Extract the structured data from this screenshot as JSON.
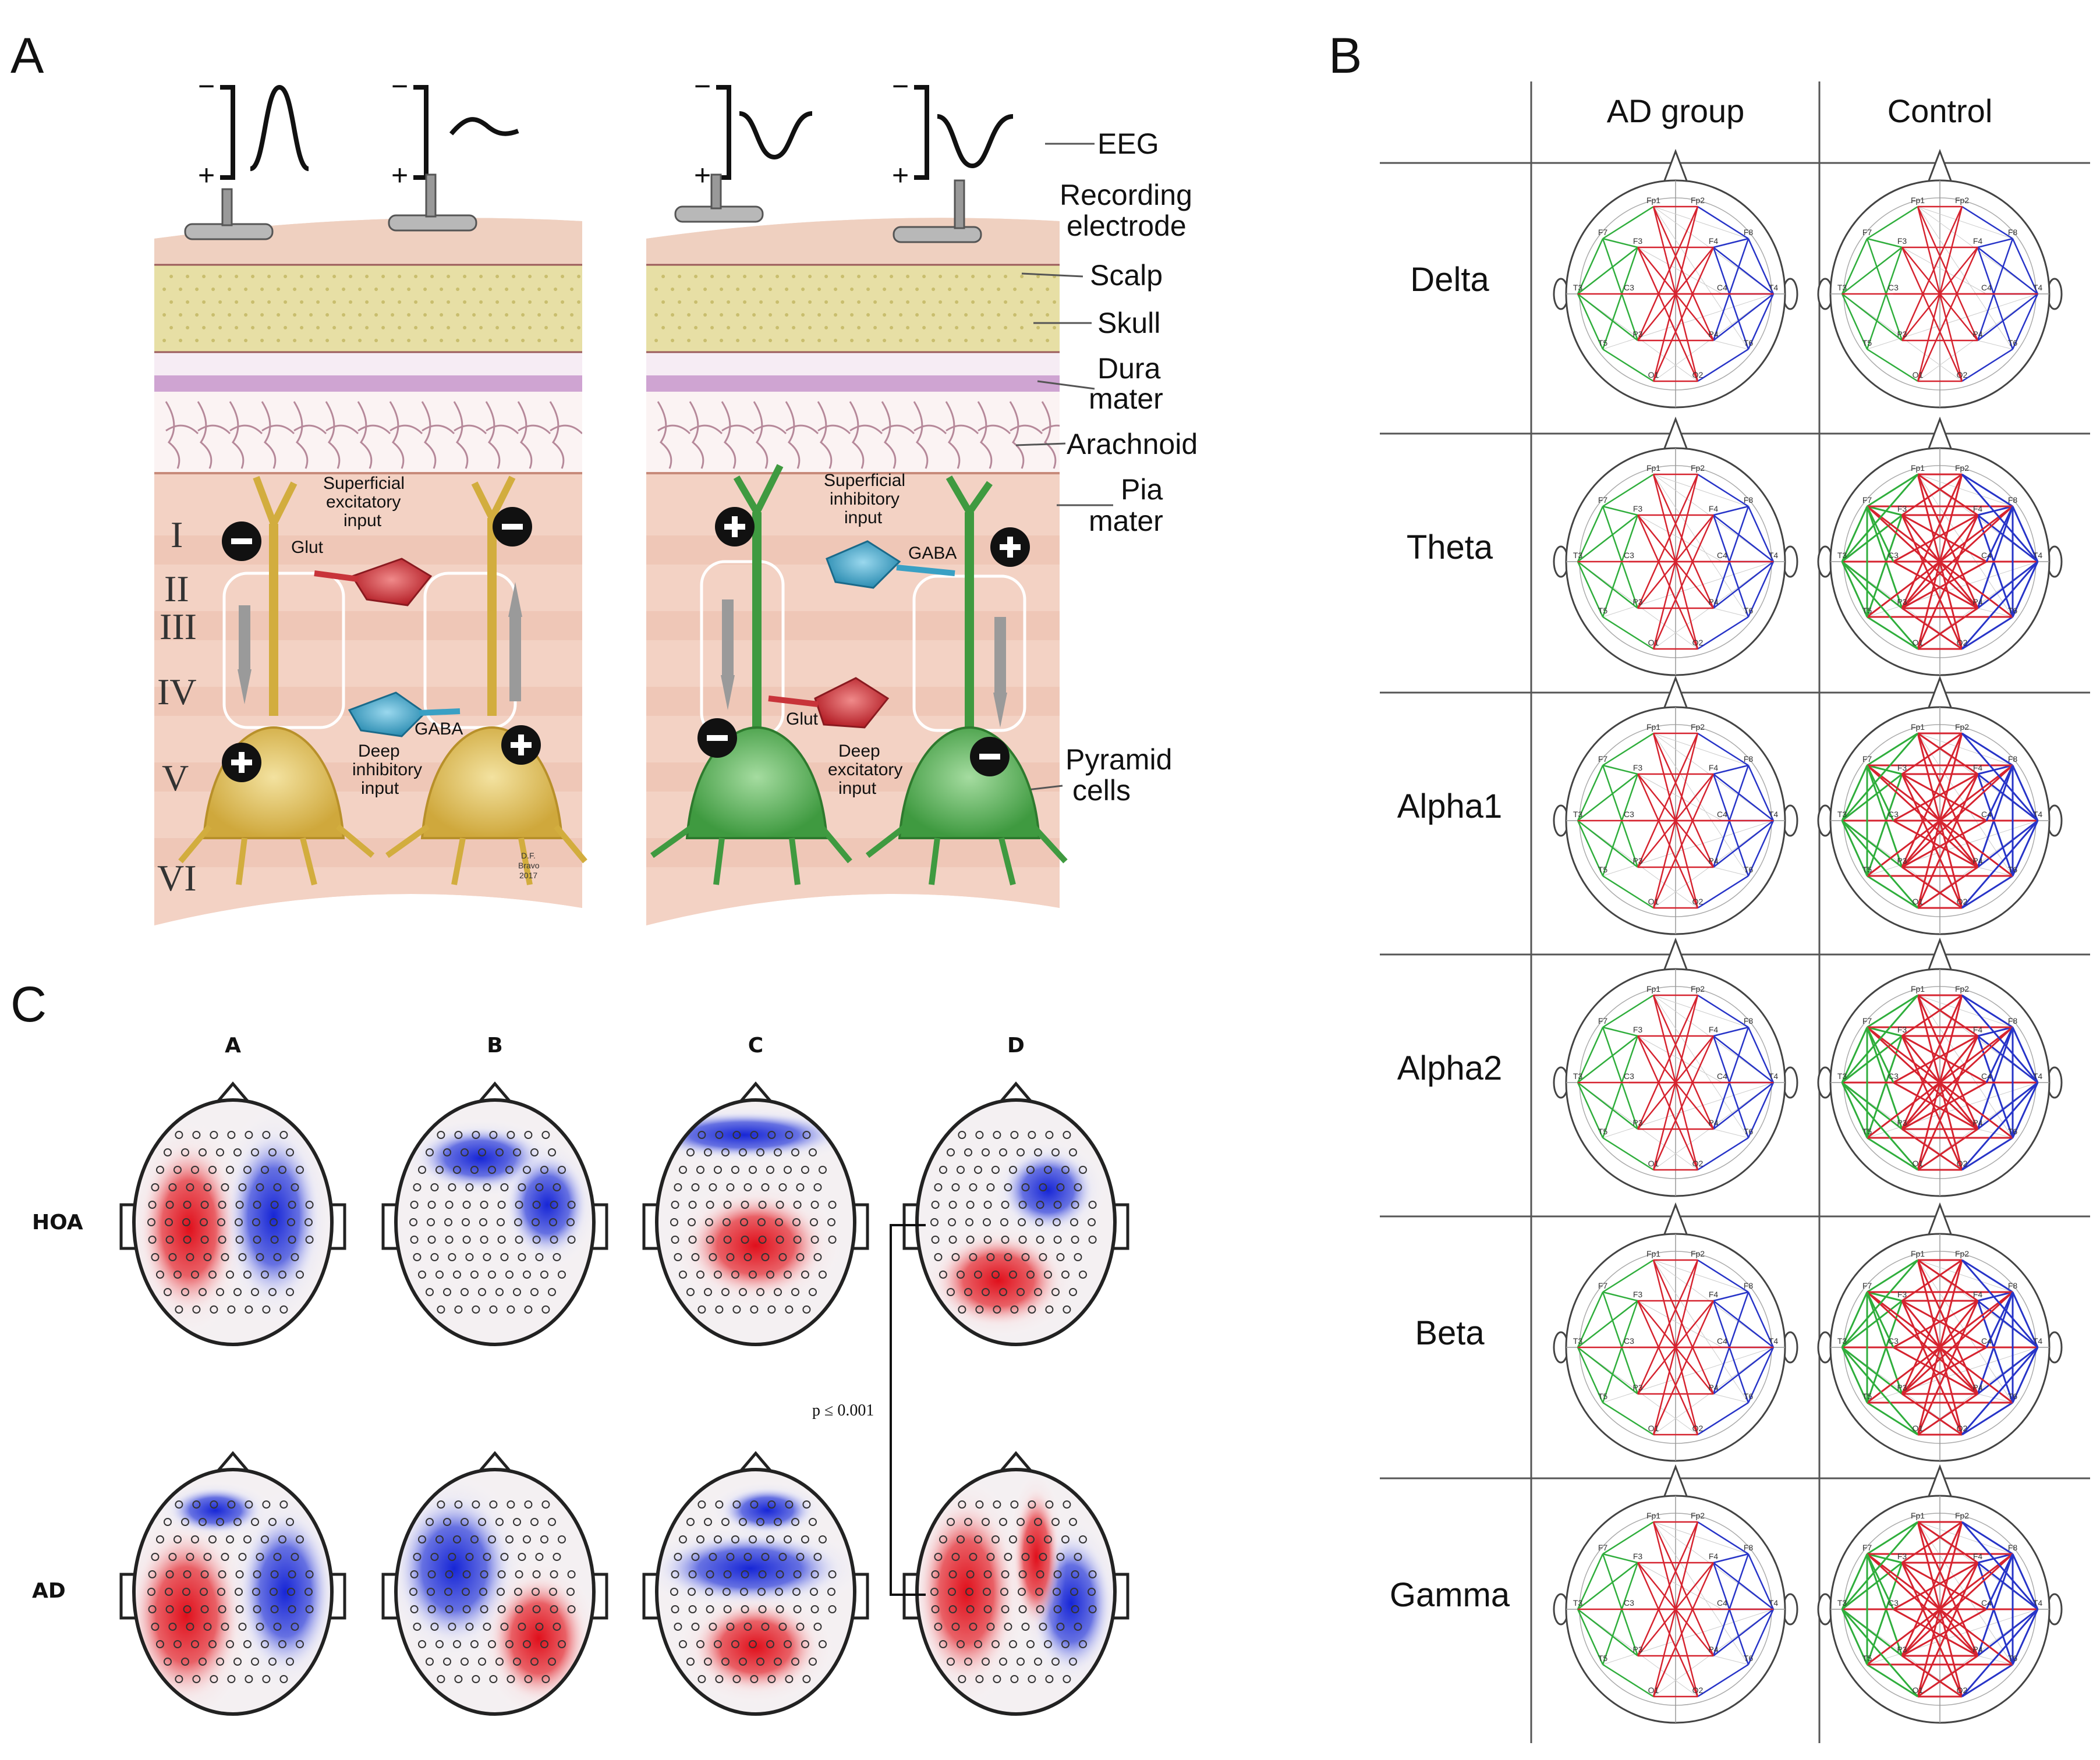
{
  "panel_a": {
    "letter": "A",
    "eeg_label": "EEG",
    "tissue_labels": [
      "Recording",
      "electrode",
      "Scalp",
      "Skull",
      "Dura",
      "mater",
      "Arachnoid",
      "Pia",
      "mater",
      "Pyramid",
      "cells"
    ],
    "layers": [
      "I",
      "II",
      "III",
      "IV",
      "V",
      "VI"
    ],
    "left": {
      "top_input": [
        "Superficial",
        "excitatory",
        "input"
      ],
      "top_nt": "Glut",
      "bottom_input": [
        "Deep",
        "inhibitory",
        "input"
      ],
      "bottom_nt": "GABA"
    },
    "right": {
      "top_input": [
        "Superficial",
        "inhibitory",
        "input"
      ],
      "top_nt": "GABA",
      "bottom_input": [
        "Deep",
        "excitatory",
        "input"
      ],
      "bottom_nt": "Glut"
    },
    "credit": [
      "D.F.",
      "Bravo",
      "2017"
    ],
    "polarity_plus": "+",
    "polarity_minus": "−",
    "colors": {
      "excitatory": "#c8343a",
      "inhibitory": "#3aa0c4",
      "pyramid_left": "#e2c15a",
      "pyramid_right": "#4fae4f"
    }
  },
  "panel_b": {
    "letter": "B",
    "columns": [
      "AD group",
      "Control"
    ],
    "bands": [
      "Delta",
      "Theta",
      "Alpha1",
      "Alpha2",
      "Beta",
      "Gamma"
    ],
    "electrodes": [
      "Fp1",
      "Fp2",
      "F7",
      "F3",
      "F4",
      "F8",
      "T3",
      "C3",
      "C4",
      "T4",
      "T5",
      "P3",
      "P4",
      "T6",
      "O1",
      "O2"
    ],
    "colors": {
      "left": "#2fae3c",
      "center": "#d6232f",
      "right": "#2734c8"
    }
  },
  "panel_c": {
    "letter": "C",
    "columns": [
      "A",
      "B",
      "C",
      "D"
    ],
    "rows": [
      "HOA",
      "AD"
    ],
    "significance": "p ≤ 0.001",
    "colors": {
      "positive": "#e0101c",
      "negative": "#1726d6"
    }
  }
}
